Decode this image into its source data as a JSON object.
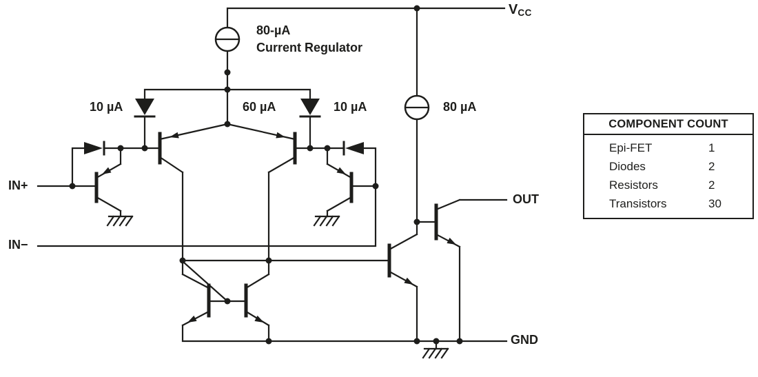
{
  "diagram": {
    "labels": {
      "vcc": {
        "main": "V",
        "sub": "CC"
      },
      "regulator_value": "80-µA",
      "regulator_name": "Current Regulator",
      "current_left": "10 µA",
      "current_center": "60 µA",
      "current_right": "10 µA",
      "current_output": "80 µA",
      "in_plus": "IN+",
      "in_minus": "IN−",
      "out": "OUT",
      "gnd": "GND"
    },
    "colors": {
      "line": "#1d1d1b",
      "background": "#ffffff"
    }
  },
  "component_count": {
    "title": "COMPONENT COUNT",
    "rows": [
      {
        "name": "Epi-FET",
        "count": "1"
      },
      {
        "name": "Diodes",
        "count": "2"
      },
      {
        "name": "Resistors",
        "count": "2"
      },
      {
        "name": "Transistors",
        "count": "30"
      }
    ]
  }
}
